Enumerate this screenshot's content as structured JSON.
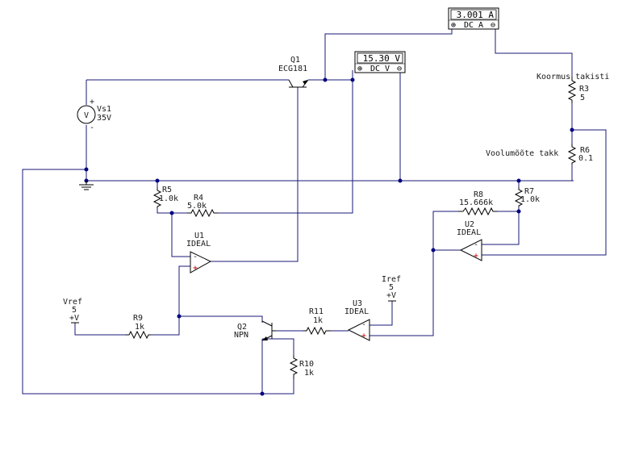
{
  "components": {
    "q1": {
      "ref": "Q1",
      "part": "ECG181"
    },
    "q2": {
      "ref": "Q2",
      "part": "NPN"
    },
    "vs1": {
      "ref": "Vs1",
      "value": "35V",
      "symbol": "V",
      "plus": "+",
      "minus": "-"
    },
    "r3": {
      "ref": "R3",
      "value": "5",
      "note": "Koormus takisti"
    },
    "r4": {
      "ref": "R4",
      "value": "5.0k"
    },
    "r5": {
      "ref": "R5",
      "value": "1.0k"
    },
    "r6": {
      "ref": "R6",
      "value": "0.1",
      "note": "Voolumõõte takk"
    },
    "r7": {
      "ref": "R7",
      "value": "1.0k"
    },
    "r8": {
      "ref": "R8",
      "value": "15.666k"
    },
    "r9": {
      "ref": "R9",
      "value": "1k"
    },
    "r10": {
      "ref": "R10",
      "value": "1k"
    },
    "r11": {
      "ref": "R11",
      "value": "1k"
    },
    "u1": {
      "ref": "U1",
      "model": "IDEAL"
    },
    "u2": {
      "ref": "U2",
      "model": "IDEAL"
    },
    "u3": {
      "ref": "U3",
      "model": "IDEAL"
    },
    "vref": {
      "ref": "Vref",
      "value": "5",
      "supply": "+V"
    },
    "iref": {
      "ref": "Iref",
      "value": "5",
      "supply": "+V"
    }
  },
  "opamp_pins": {
    "minus": "-",
    "plus": "+"
  },
  "meters": {
    "ammeter": {
      "readout": "3.001 A",
      "mode": "DC A",
      "plus": "⊕",
      "minus": "⊖"
    },
    "voltmeter": {
      "readout": "15.30 V",
      "mode": "DC V",
      "plus": "⊕",
      "minus": "⊖"
    }
  },
  "colors": {
    "wire": "#1a1a7a",
    "junction": "#000080",
    "opamp_plus": "#cc0000"
  }
}
